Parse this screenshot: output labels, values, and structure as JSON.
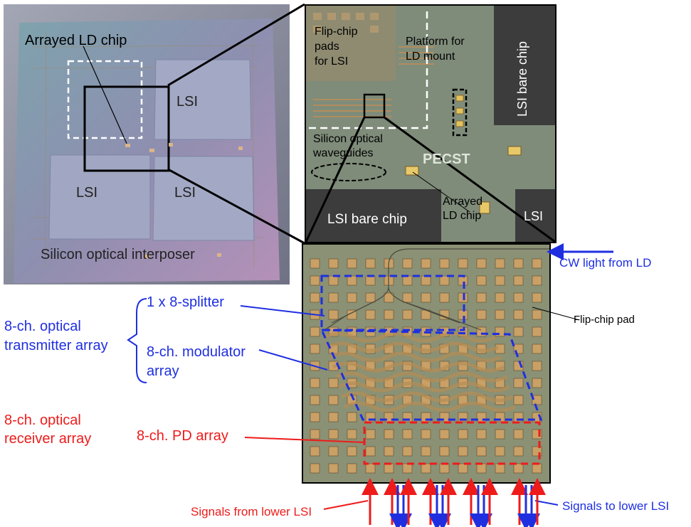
{
  "photo": {
    "ld_chip": "Arrayed LD chip",
    "lsi_top_right": "LSI",
    "lsi_bottom_left": "LSI",
    "lsi_bottom_right": "LSI",
    "interposer": "Silicon optical interposer"
  },
  "zoom": {
    "flip_chip_pads": "Flip-chip\npads\nfor LSI",
    "platform": "Platform for\nLD mount",
    "lsi_bare_chip_right": "LSI bare chip",
    "waveguides": "Silicon optical\nwaveguides",
    "logo": "PECST",
    "lsi_bare_chip_bottom": "LSI bare chip",
    "arrayed_ld": "Arrayed\nLD chip",
    "lsi_corner": "LSI"
  },
  "detail": {
    "cw_light": "CW light from LD",
    "flip_chip_pad": "Flip-chip pad",
    "signals_from": "Signals from lower LSI",
    "signals_to": "Signals to lower LSI"
  },
  "left_labels": {
    "tx_array": "8-ch. optical\ntransmitter array",
    "splitter": "1 x 8-splitter",
    "modulator": "8-ch. modulator\narray",
    "rx_array": "8-ch. optical\nreceiver array",
    "pd_array": "8-ch. PD array"
  },
  "colors": {
    "transmitter": "#1f2fe0",
    "receiver": "#ee1b1b",
    "chip_background": "#8a8f72",
    "pad": "#c9a066",
    "lsi": "#3a3a3a"
  }
}
